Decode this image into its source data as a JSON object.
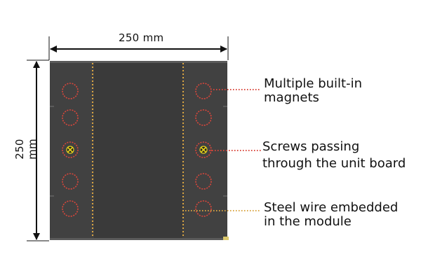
{
  "dimensions": {
    "width_label": "250 mm",
    "height_label": "250 mm"
  },
  "callouts": [
    {
      "id": "magnets",
      "lines": [
        "Multiple built-in",
        "magnets"
      ],
      "leader_color": "#d9463b"
    },
    {
      "id": "screws",
      "lines": [
        "Screws passing",
        "through the unit board"
      ],
      "leader_color": "#d9463b"
    },
    {
      "id": "wire",
      "lines": [
        "Steel wire embedded",
        "in the module"
      ],
      "leader_color": "#d9a441"
    }
  ],
  "colors": {
    "board": "#414141",
    "magnet_ring": "#d9463b",
    "wire": "#d9a441",
    "screw": "#e6d21a",
    "arrow": "#111111"
  }
}
